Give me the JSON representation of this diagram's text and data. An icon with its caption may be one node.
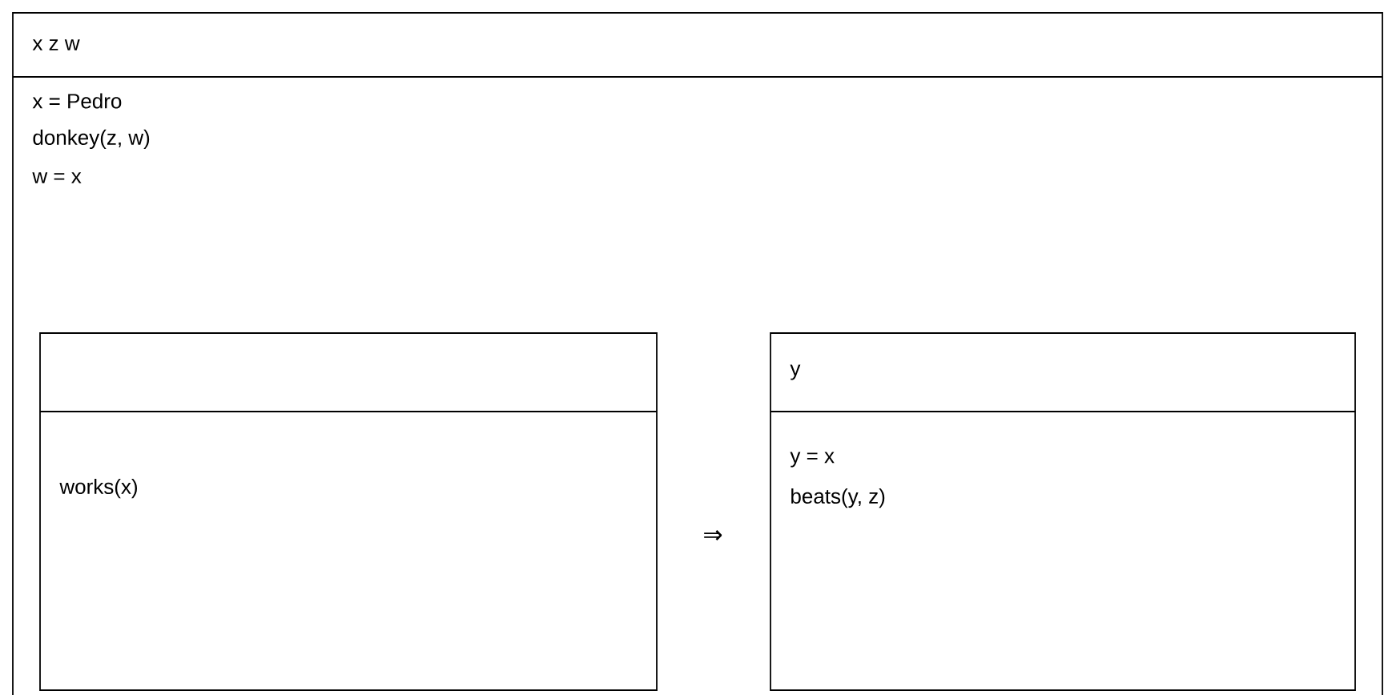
{
  "diagram": {
    "nodes": [
      {
        "text": [
          "x z w",
          "x = Pedro",
          "donkey(z, w)",
          "w = x"
        ]
      },
      {
        "text": [
          "works(x)"
        ],
        "in": 0
      },
      {
        "text": [
          "y",
          "y = x",
          "beats(y, z)"
        ],
        "in": 0
      }
    ],
    "labels": [
      "⇒"
    ]
  }
}
